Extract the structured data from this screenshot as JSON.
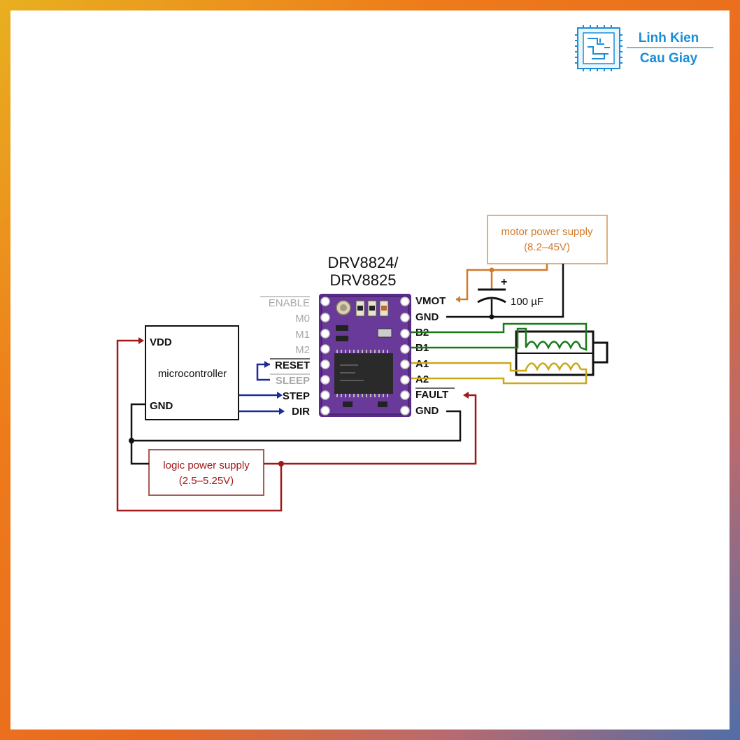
{
  "brand": {
    "line1": "Linh Kien",
    "line2": "Cau Giay",
    "color": "#1a8ed6"
  },
  "diagram": {
    "chip_title_line1": "DRV8824/",
    "chip_title_line2": "DRV8825",
    "left_pins": {
      "enable": "ENABLE",
      "m0": "M0",
      "m1": "M1",
      "m2": "M2",
      "reset": "RESET",
      "sleep": "SLEEP",
      "step": "STEP",
      "dir": "DIR"
    },
    "right_pins": {
      "vmot": "VMOT",
      "gnd_top": "GND",
      "b2": "B2",
      "b1": "B1",
      "a1": "A1",
      "a2": "A2",
      "fault": "FAULT",
      "gnd_bottom": "GND"
    },
    "microcontroller": {
      "vdd": "VDD",
      "label": "microcontroller",
      "gnd": "GND"
    },
    "motor_supply": {
      "line1": "motor power supply",
      "line2": "(8.2–45V)"
    },
    "capacitor": {
      "plus": "+",
      "value": "100 µF"
    },
    "logic_supply": {
      "line1": "logic power supply",
      "line2": "(2.5–5.25V)"
    },
    "colors": {
      "motor_wire": "#d3792a",
      "logic_wire": "#a01818",
      "signal_wire": "#1d2a9a",
      "coil_b": "#1a7a1a",
      "coil_a": "#c9a81a",
      "board": "#5a2a8a"
    }
  }
}
